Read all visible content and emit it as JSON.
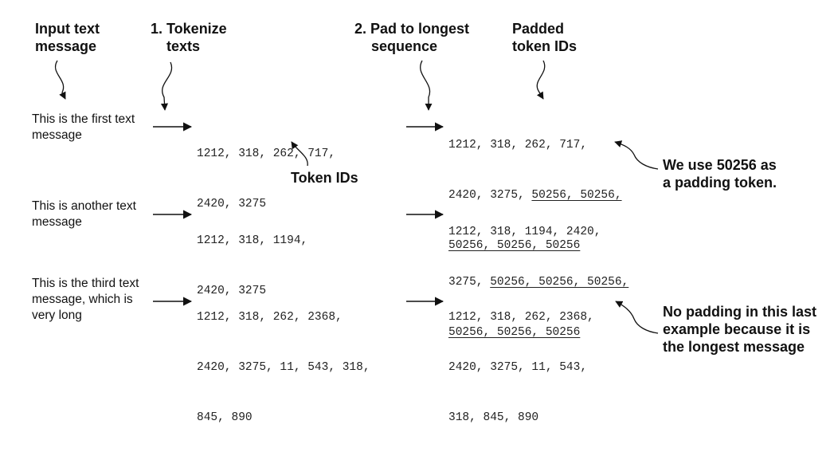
{
  "labels": {
    "input": [
      "Input text",
      "message"
    ],
    "tokenize": [
      "1. Tokenize",
      "texts"
    ],
    "pad": [
      "2. Pad to longest",
      "sequence"
    ],
    "padded_ids": [
      "Padded",
      "token IDs"
    ],
    "token_ids": "Token IDs",
    "padding_token": [
      "We use 50256 as",
      "a padding token."
    ],
    "no_padding": [
      "No padding in this last",
      "example because it is",
      "the longest message"
    ]
  },
  "rows": [
    {
      "message": [
        "This is the first text",
        "message"
      ],
      "tokens": [
        "1212, 318, 262, 717,",
        "2420, 3275"
      ],
      "padded": [
        {
          "plain": "1212, 318, 262, 717,",
          "pad": ""
        },
        {
          "plain": "2420, 3275, ",
          "pad": "50256, 50256,"
        },
        {
          "plain": "",
          "pad": "50256, 50256, 50256"
        }
      ]
    },
    {
      "message": [
        "This is another text",
        "message"
      ],
      "tokens": [
        "1212, 318, 1194,",
        "2420, 3275"
      ],
      "padded": [
        {
          "plain": "1212, 318, 1194, 2420,",
          "pad": ""
        },
        {
          "plain": "3275, ",
          "pad": "50256, 50256, 50256,"
        },
        {
          "plain": "",
          "pad": "50256, 50256, 50256"
        }
      ]
    },
    {
      "message": [
        "This is the third text",
        "message, which is",
        "very long"
      ],
      "tokens": [
        "1212, 318, 262, 2368,",
        "2420, 3275, 11, 543, 318,",
        "845, 890"
      ],
      "padded": [
        {
          "plain": "1212, 318, 262, 2368,",
          "pad": ""
        },
        {
          "plain": "2420, 3275, 11, 543,",
          "pad": ""
        },
        {
          "plain": "318, 845, 890",
          "pad": ""
        }
      ]
    }
  ]
}
